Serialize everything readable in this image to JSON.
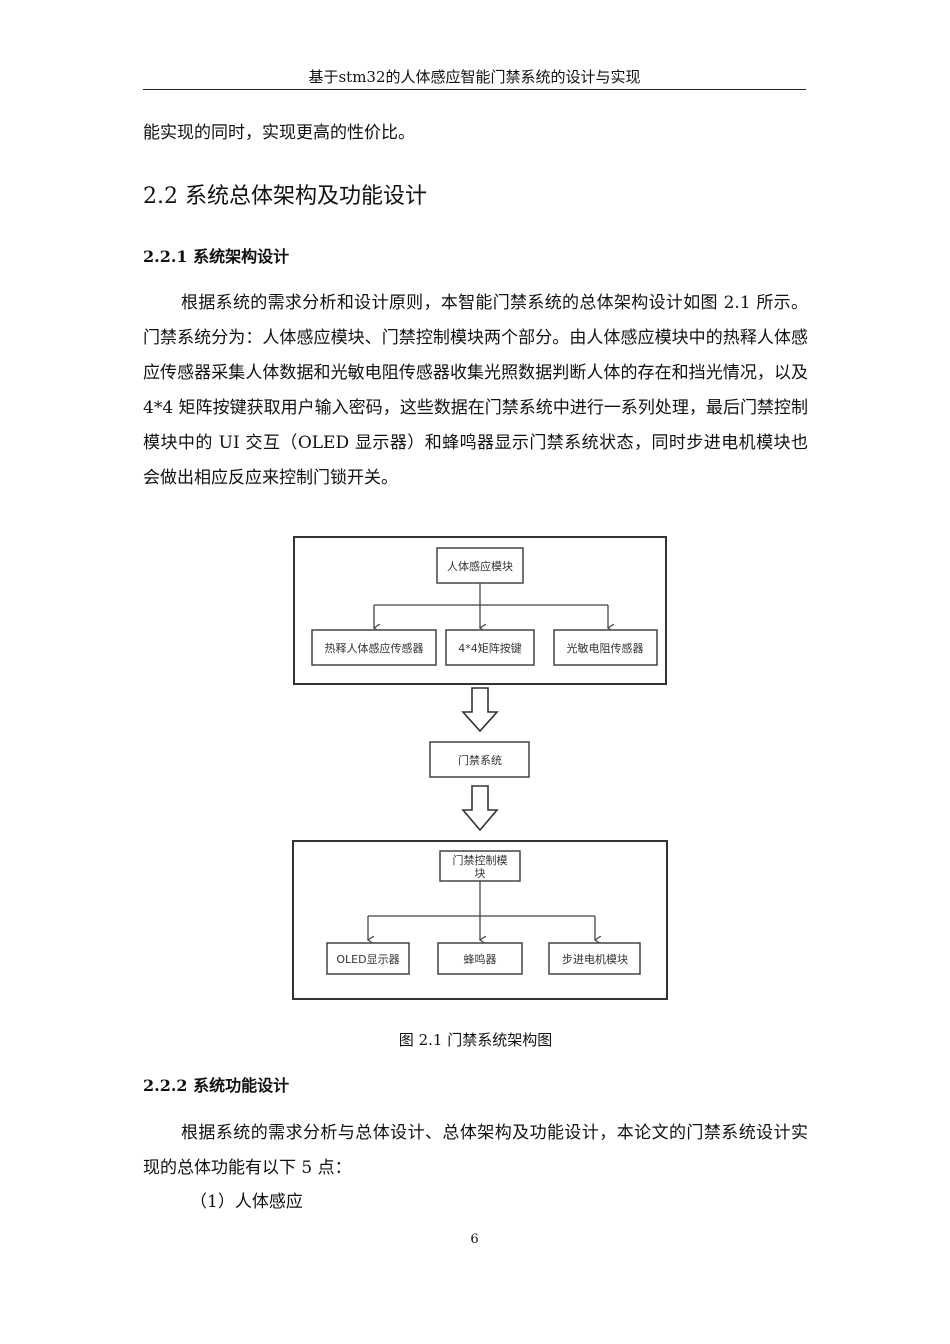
{
  "header": {
    "title": "基于stm32的人体感应智能门禁系统的设计与实现"
  },
  "para_intro": "能实现的同时，实现更高的性价比。",
  "section": {
    "heading": "2.2 系统总体架构及功能设计"
  },
  "sub1": {
    "heading": "2.2.1 系统架构设计",
    "body": "根据系统的需求分析和设计原则，本智能门禁系统的总体架构设计如图 2.1 所示。门禁系统分为：人体感应模块、门禁控制模块两个部分。由人体感应模块中的热释人体感应传感器采集人体数据和光敏电阻传感器收集光照数据判断人体的存在和挡光情况，以及 4*4 矩阵按键获取用户输入密码，这些数据在门禁系统中进行一系列处理，最后门禁控制模块中的 UI 交互（OLED 显示器）和蜂鸣器显示门禁系统状态，同时步进电机模块也会做出相应反应来控制门锁开关。"
  },
  "figure": {
    "top_module": "人体感应模块",
    "sensors": [
      "热释人体感应传感器",
      "4*4矩阵按键",
      "光敏电阻传感器"
    ],
    "center": "门禁系统",
    "control_module_line1": "门禁控制模",
    "control_module_line2": "块",
    "outputs": [
      "OLED显示器",
      "蜂鸣器",
      "步进电机模块"
    ],
    "caption": "图 2.1 门禁系统架构图"
  },
  "sub2": {
    "heading": "2.2.2 系统功能设计",
    "body": "根据系统的需求分析与总体设计、总体架构及功能设计，本论文的门禁系统设计实现的总体功能有以下 5 点：",
    "item1": "（1）人体感应"
  },
  "page_number": "6"
}
